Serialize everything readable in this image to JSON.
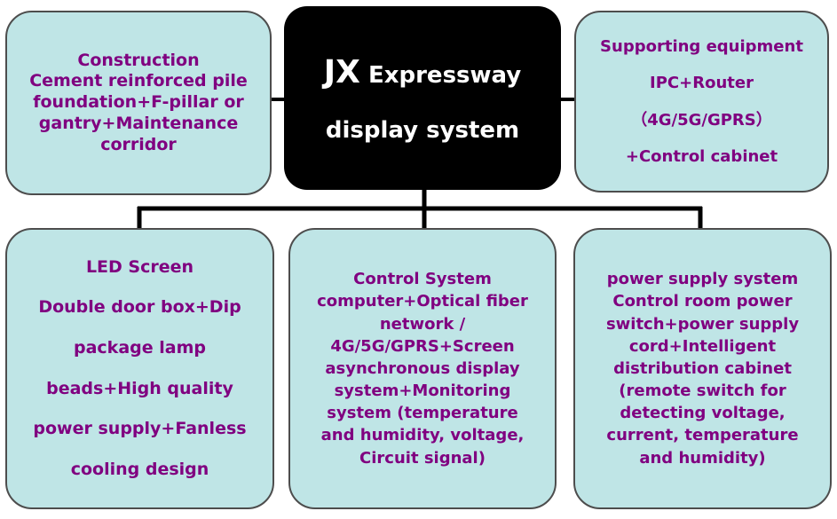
{
  "diagram": {
    "title_prefix": "JX",
    "title_rest": "Expressway",
    "title_line2": "display system",
    "construction": {
      "lines": [
        "Construction",
        "Cement reinforced pile",
        "foundation+F-pillar or",
        "gantry+Maintenance",
        "corridor"
      ]
    },
    "supporting": {
      "lines": [
        "Supporting equipment",
        "IPC+Router",
        "（4G/5G/GPRS）",
        "+Control cabinet"
      ]
    },
    "led": {
      "lines": [
        "LED Screen",
        "Double door box+Dip",
        "package lamp",
        "beads+High quality",
        "power supply+Fanless",
        "cooling design"
      ]
    },
    "control": {
      "lines": [
        "Control System",
        "computer+Optical fiber",
        "network /",
        "4G/5G/GPRS+Screen",
        "asynchronous display",
        "system+Monitoring",
        "system (temperature",
        "and humidity, voltage,",
        "Circuit signal)"
      ]
    },
    "power": {
      "lines": [
        "power supply system",
        "Control room power",
        "switch+power supply",
        "cord+Intelligent",
        "distribution cabinet",
        "(remote switch for",
        "detecting voltage,",
        "current, temperature",
        "and humidity)"
      ]
    },
    "colors": {
      "box_fill": "#bfe5e6",
      "box_text": "#800080",
      "center_fill": "#000000",
      "center_text": "#ffffff",
      "connector": "#000000"
    }
  }
}
